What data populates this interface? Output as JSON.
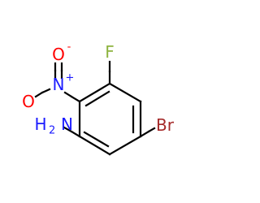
{
  "molecule": {
    "atoms": {
      "fluorine": "F",
      "nitro_oxygen_top": "O",
      "nitro_oxygen_left": "O",
      "nitro_nitrogen": "N",
      "nitro_plus_charge": "+",
      "nitro_minus_charge": "-",
      "amine_nitrogen": "N",
      "amine_hydrogen": "H",
      "amine_hydrogen_count": "2",
      "bromine": "Br"
    }
  },
  "colors": {
    "carbon_bond": "#000000",
    "fluorine": "#8db33e",
    "oxygen": "#ff0000",
    "nitrogen": "#1c1cff",
    "bromine": "#a52a2a"
  }
}
